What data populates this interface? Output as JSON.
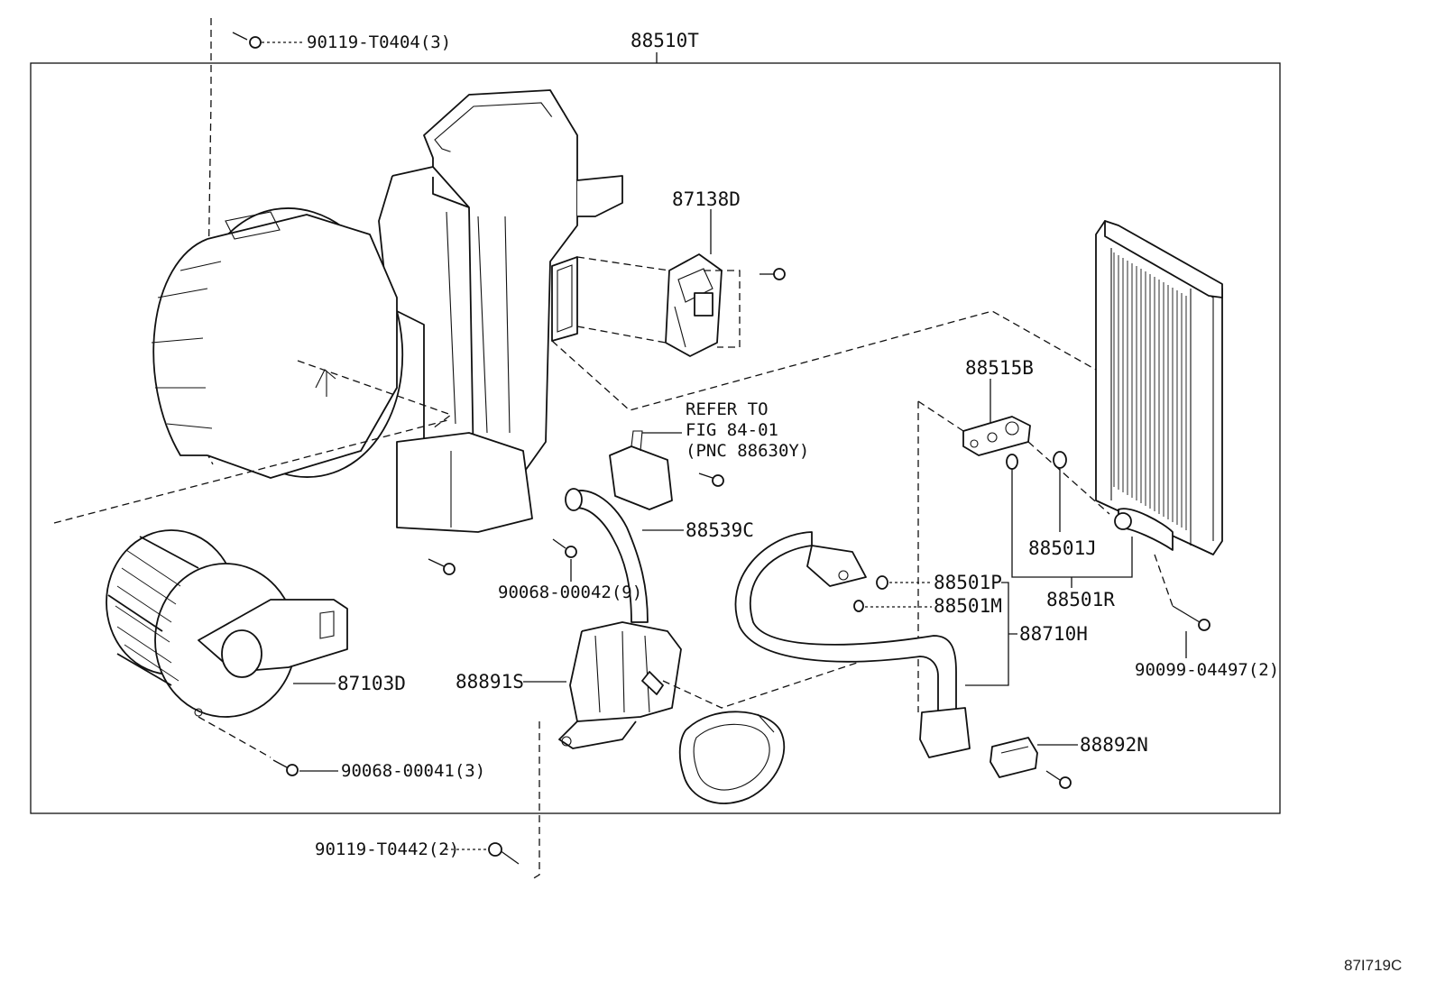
{
  "figure_id": "87I719C",
  "callouts": {
    "assembly": "88510T",
    "screw_top_left": "90119-T0404(3)",
    "resistor": "87138D",
    "refer_line1": "REFER TO",
    "refer_line2": "FIG 84-01",
    "refer_line3": "(PNC 88630Y)",
    "expansion_valve": "88515B",
    "hose": "88539C",
    "screw_mid": "90068-00042(9)",
    "oring_j": "88501J",
    "oring_p": "88501P",
    "oring_m": "88501M",
    "oring_r": "88501R",
    "tube": "88710H",
    "bolt_right": "90099-04497(2)",
    "blower_motor": "87103D",
    "drain_housing": "88891S",
    "bracket": "88892N",
    "screw_bottom_left": "90068-00041(3)",
    "screw_bottom": "90119-T0442(2)"
  }
}
